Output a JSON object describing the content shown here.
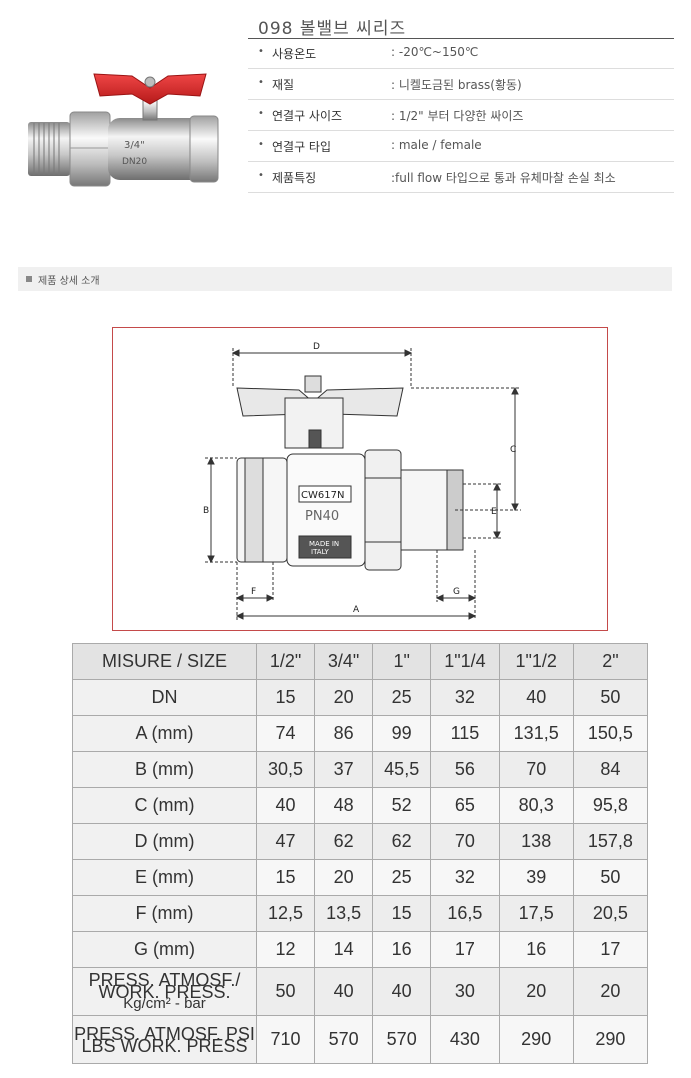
{
  "header": {
    "title": "098 볼밸브 씨리즈"
  },
  "specs": [
    {
      "label": "사용온도",
      "value": ":    -20℃~150℃"
    },
    {
      "label": "재질",
      "value": ": 니켈도금된 brass(황동)"
    },
    {
      "label": "연결구 사이즈",
      "value": ": 1/2\" 부터 다양한 싸이즈"
    },
    {
      "label": "연결구 타입",
      "value": ":   male / female"
    },
    {
      "label": "제품특징",
      "value": ":full flow 타입으로 통과 유체마찰 손실 최소"
    }
  ],
  "product_image": {
    "body_marking": "3/4\"",
    "dn_marking": "DN20",
    "handle_color": "#d92b2b"
  },
  "section": {
    "title": "제품 상세 소개"
  },
  "drawing": {
    "labels": {
      "D": "D",
      "C": "C",
      "B": "B",
      "E": "E",
      "F": "F",
      "G": "G",
      "A": "A"
    },
    "body_text_1": "CW617N",
    "body_text_2": "PN40",
    "body_text_3": "MADE IN",
    "body_text_4": "ITALY",
    "border_color": "#c44a4a"
  },
  "table": {
    "header_label": "MISURE / SIZE",
    "sizes": [
      "1/2\"",
      "3/4\"",
      "1\"",
      "1\"1/4",
      "1\"1/2",
      "2\""
    ],
    "rows": [
      {
        "label": "DN",
        "values": [
          "15",
          "20",
          "25",
          "32",
          "40",
          "50"
        ]
      },
      {
        "label": "A (mm)",
        "values": [
          "74",
          "86",
          "99",
          "115",
          "131,5",
          "150,5"
        ]
      },
      {
        "label": "B (mm)",
        "values": [
          "30,5",
          "37",
          "45,5",
          "56",
          "70",
          "84"
        ]
      },
      {
        "label": "C (mm)",
        "values": [
          "40",
          "48",
          "52",
          "65",
          "80,3",
          "95,8"
        ]
      },
      {
        "label": "D (mm)",
        "values": [
          "47",
          "62",
          "62",
          "70",
          "138",
          "157,8"
        ]
      },
      {
        "label": "E (mm)",
        "values": [
          "15",
          "20",
          "25",
          "32",
          "39",
          "50"
        ]
      },
      {
        "label": "F (mm)",
        "values": [
          "12,5",
          "13,5",
          "15",
          "16,5",
          "17,5",
          "20,5"
        ]
      },
      {
        "label": "G (mm)",
        "values": [
          "12",
          "14",
          "16",
          "17",
          "16",
          "17"
        ]
      }
    ],
    "pressure_bar": {
      "label_line1": "PRESS. ATMOSF./ WORK. PRESS.",
      "label_line2": "Kg/cm² - bar",
      "values": [
        "50",
        "40",
        "40",
        "30",
        "20",
        "20"
      ]
    },
    "pressure_psi": {
      "label_line1": "PRESS. ATMOSF. PSI",
      "label_line2": "LBS WORK. PRESS",
      "values": [
        "710",
        "570",
        "570",
        "430",
        "290",
        "290"
      ]
    }
  }
}
